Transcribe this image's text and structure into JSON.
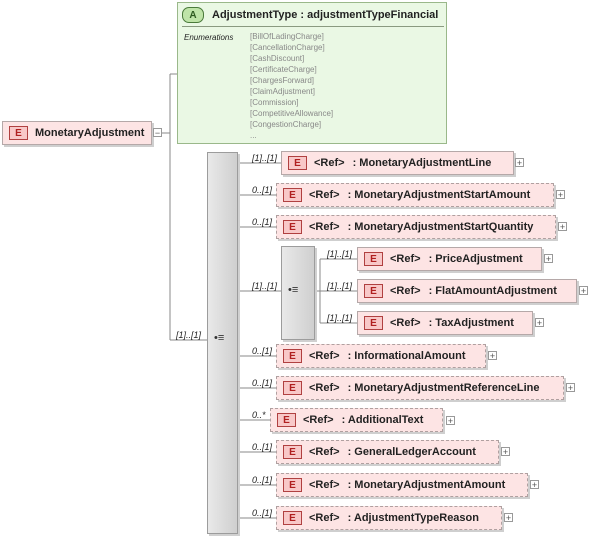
{
  "root": {
    "badge": "E",
    "name": "MonetaryAdjustment",
    "collapse": "−"
  },
  "type_box": {
    "badge": "A",
    "title": "AdjustmentType : adjustmentTypeFinancial",
    "enum_label": "Enumerations",
    "enumerations": [
      "[BillOfLadingCharge]",
      "[CancellationCharge]",
      "[CashDiscount]",
      "[CertificateCharge]",
      "[ChargesForward]",
      "[ClaimAdjustment]",
      "[Commission]",
      "[CompetitiveAllowance]",
      "[CongestionCharge]",
      "..."
    ]
  },
  "sequence": {
    "cardinality": "[1]..[1]"
  },
  "children": [
    {
      "card": "[1]..[1]",
      "badge": "E",
      "ref": "<Ref>",
      "name": ": MonetaryAdjustmentLine",
      "plus": "+"
    },
    {
      "card": "0..[1]",
      "badge": "E",
      "ref": "<Ref>",
      "name": ": MonetaryAdjustmentStartAmount",
      "plus": "+"
    },
    {
      "card": "0..[1]",
      "badge": "E",
      "ref": "<Ref>",
      "name": ": MonetaryAdjustmentStartQuantity",
      "plus": "+"
    },
    {
      "card": "[1]..[1]",
      "badge": "",
      "ref": "",
      "name": "",
      "plus": ""
    },
    {
      "card": "0..[1]",
      "badge": "E",
      "ref": "<Ref>",
      "name": ": InformationalAmount",
      "plus": "+"
    },
    {
      "card": "0..[1]",
      "badge": "E",
      "ref": "<Ref>",
      "name": ": MonetaryAdjustmentReferenceLine",
      "plus": "+"
    },
    {
      "card": "0..*",
      "badge": "E",
      "ref": "<Ref>",
      "name": ": AdditionalText",
      "plus": "+"
    },
    {
      "card": "0..[1]",
      "badge": "E",
      "ref": "<Ref>",
      "name": ": GeneralLedgerAccount",
      "plus": "+"
    },
    {
      "card": "0..[1]",
      "badge": "E",
      "ref": "<Ref>",
      "name": ": MonetaryAdjustmentAmount",
      "plus": "+"
    },
    {
      "card": "0..[1]",
      "badge": "E",
      "ref": "<Ref>",
      "name": ": AdjustmentTypeReason",
      "plus": "+"
    }
  ],
  "choice_children": [
    {
      "card": "[1]..[1]",
      "badge": "E",
      "ref": "<Ref>",
      "name": ": PriceAdjustment",
      "plus": "+"
    },
    {
      "card": "[1]..[1]",
      "badge": "E",
      "ref": "<Ref>",
      "name": ": FlatAmountAdjustment",
      "plus": "+"
    },
    {
      "card": "[1]..[1]",
      "badge": "E",
      "ref": "<Ref>",
      "name": ": TaxAdjustment",
      "plus": "+"
    }
  ]
}
